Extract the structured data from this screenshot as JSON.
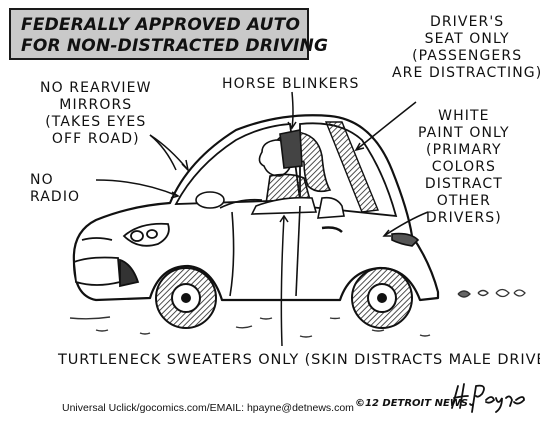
{
  "title": {
    "line1": "FEDERALLY APPROVED AUTO",
    "line2": "FOR NON-DISTRACTED DRIVING"
  },
  "labels": {
    "seat": [
      "DRIVER'S",
      "SEAT ONLY",
      "(PASSENGERS",
      "ARE DISTRACTING)"
    ],
    "mirrors": [
      "NO REARVIEW",
      "MIRRORS",
      "(TAKES EYES",
      "OFF ROAD)"
    ],
    "blinkers": [
      "HORSE BLINKERS"
    ],
    "radio": [
      "NO",
      "RADIO"
    ],
    "paint": [
      "WHITE",
      "PAINT ONLY",
      "(PRIMARY",
      "COLORS",
      "DISTRACT",
      "OTHER",
      "DRIVERS)"
    ],
    "turtleneck": [
      "TURTLENECK SWEATERS ONLY (SKIN DISTRACTS MALE DRIVERS)"
    ]
  },
  "credit": "Universal Uclick/gocomics.com/EMAIL: hpayne@detnews.com",
  "copyright": "©12 DETROIT NEWS",
  "signature": "H. Payne",
  "colors": {
    "title_box": "#c9c9c9",
    "ink": "#111111",
    "car_body": "#ffffff"
  }
}
